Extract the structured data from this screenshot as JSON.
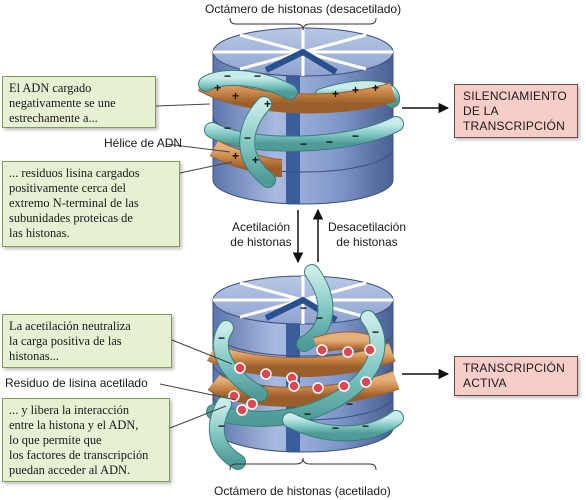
{
  "titles": {
    "top": "Octámero de histonas (desacetilado)",
    "bottom": "Octámero de histonas (acetilado)"
  },
  "callouts": {
    "dna_charged": [
      "El ADN cargado",
      "negativamente se une",
      "estrechamente a..."
    ],
    "lysine_residues": [
      "... residuos lisina cargados",
      "positivamente cerca del",
      "extremo N-terminal de las",
      "subunidades proteicas de",
      "las histonas."
    ],
    "acetylation_neutralizes": [
      "La acetilación neutraliza",
      "la carga positiva de las",
      "histonas..."
    ],
    "frees_interaction": [
      "... y libera la interacción",
      "entre la histona y el ADN,",
      "lo que permite que",
      "los factores de transcripción",
      "puedan acceder al ADN."
    ]
  },
  "labels": {
    "dna_helix": "Hélice de ADN",
    "acetylated_lysine": "Residuo de lisina acetilado",
    "acetylation": [
      "Acetilación",
      "de histonas"
    ],
    "deacetylation": [
      "Desacetilación",
      "de histonas"
    ]
  },
  "outcomes": {
    "silencing": [
      "SILENCIAMIENTO",
      "DE LA",
      "TRANSCRIPCIÓN"
    ],
    "active": [
      "TRANSCRIPCIÓN",
      "ACTIVA"
    ]
  },
  "charges": {
    "plus": "+",
    "minus": "−"
  },
  "colors": {
    "callout_bg": "#e6f0d2",
    "outcome_bg": "#f6cdc8",
    "histone_blue": "#8fa6d4",
    "dna_teal": "#8fd0cc",
    "histone_tail": "#c8874a",
    "acetyl_dot": "#e0464f"
  }
}
